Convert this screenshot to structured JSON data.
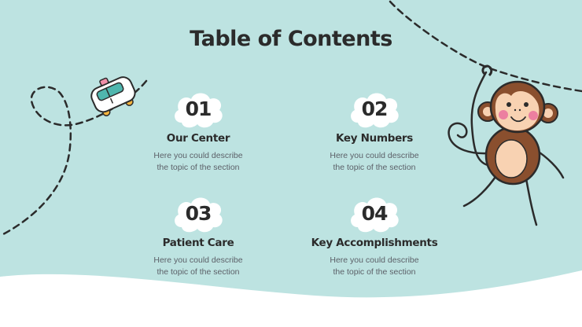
{
  "slide": {
    "title": "Table of Contents",
    "colors": {
      "background": "#bde3e1",
      "bottom_wave": "#ffffff",
      "text": "#2b2b2b",
      "description": "#5c6068"
    },
    "sections": [
      {
        "number": "01",
        "title": "Our Center",
        "desc_line1": "Here you could describe",
        "desc_line2": "the topic of the section"
      },
      {
        "number": "02",
        "title": "Key Numbers",
        "desc_line1": "Here you could describe",
        "desc_line2": "the topic of the section"
      },
      {
        "number": "03",
        "title": "Patient Care",
        "desc_line1": "Here you could describe",
        "desc_line2": "the topic of the section"
      },
      {
        "number": "04",
        "title": "Key Accomplishments",
        "desc_line1": "Here you could describe",
        "desc_line2": "the topic of the section"
      }
    ],
    "illustrations": [
      "ambulance-icon",
      "monkey-illustration",
      "dashed-path-left",
      "dashed-path-top-right"
    ]
  }
}
